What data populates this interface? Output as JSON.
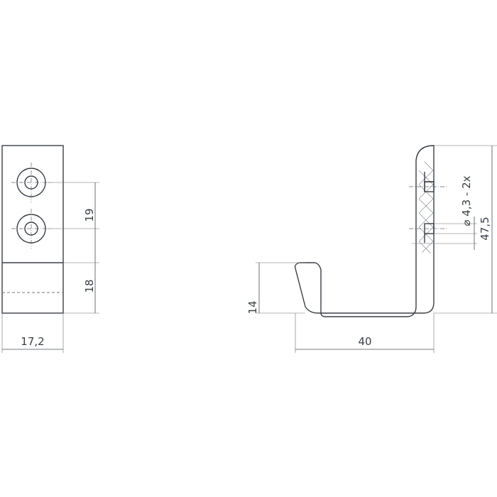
{
  "dimensions": {
    "hole_spacing": "19",
    "lower_height": "18",
    "width": "17,2",
    "hook_depth": "14",
    "projection": "40",
    "hole_diameter": "⌀ 4,3 - 2x",
    "total_height": "47,5"
  }
}
